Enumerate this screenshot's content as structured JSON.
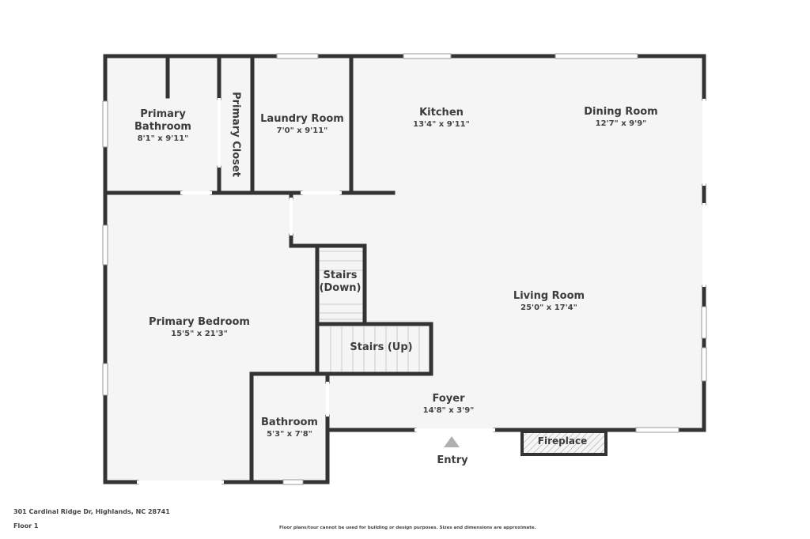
{
  "floorplan": {
    "address": "301 Cardinal Ridge Dr, Highlands, NC 28741",
    "floor": "Floor 1",
    "disclaimer": "Floor plans/tour cannot be used for building or design purposes. Sizes and dimensions are approximate.",
    "colors": {
      "wall": "#333333",
      "floor": "#f5f5f5",
      "window": "#ffffff",
      "entry_arrow": "#b0b0b0"
    },
    "rooms": [
      {
        "id": "primary-bathroom",
        "name_line1": "Primary",
        "name_line2": "Bathroom",
        "dims": "8'1\" x 9'11\""
      },
      {
        "id": "primary-closet",
        "name": "Primary Closet"
      },
      {
        "id": "laundry-room",
        "name": "Laundry Room",
        "dims": "7'0\" x 9'11\""
      },
      {
        "id": "kitchen",
        "name": "Kitchen",
        "dims": "13'4\" x 9'11\""
      },
      {
        "id": "dining-room",
        "name": "Dining Room",
        "dims": "12'7\" x 9'9\""
      },
      {
        "id": "primary-bedroom",
        "name": "Primary Bedroom",
        "dims": "15'5\" x 21'3\""
      },
      {
        "id": "stairs-down",
        "name_line1": "Stairs",
        "name_line2": "(Down)"
      },
      {
        "id": "stairs-up",
        "name": "Stairs (Up)"
      },
      {
        "id": "living-room",
        "name": "Living Room",
        "dims": "25'0\" x 17'4\""
      },
      {
        "id": "foyer",
        "name": "Foyer",
        "dims": "14'8\" x 3'9\""
      },
      {
        "id": "bathroom",
        "name": "Bathroom",
        "dims": "5'3\" x 7'8\""
      }
    ],
    "features": {
      "entry": "Entry",
      "fireplace": "Fireplace"
    }
  }
}
